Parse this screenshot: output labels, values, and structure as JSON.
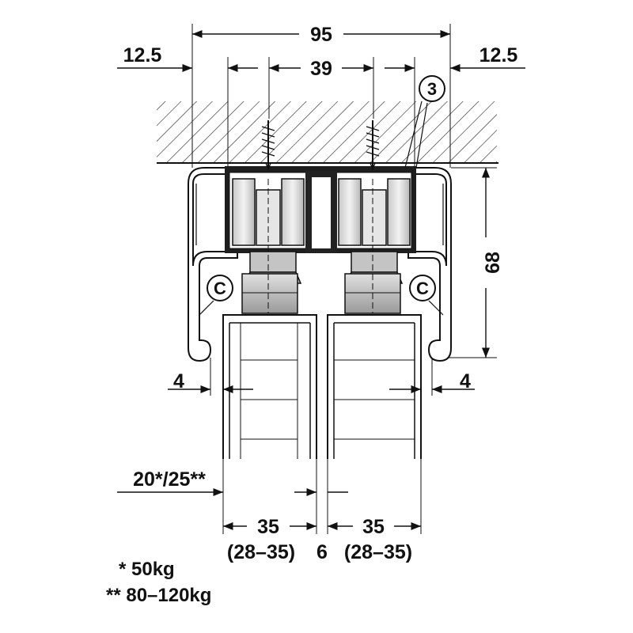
{
  "dimensions": {
    "overall_width": "95",
    "left_offset": "12.5",
    "right_offset": "12.5",
    "track_spacing": "39",
    "height": "68",
    "left_gap": "4",
    "right_gap": "4",
    "door_thickness_range": "20*/25**",
    "door_left_width": "35",
    "door_left_range": "(28–35)",
    "door_right_width": "35",
    "door_right_range": "(28–35)",
    "door_gap": "6"
  },
  "callouts": {
    "ref_3": "3",
    "ref_c_left": "C",
    "ref_c_right": "C"
  },
  "notes": {
    "single_star": "* 50kg",
    "double_star": "** 80–120kg"
  }
}
